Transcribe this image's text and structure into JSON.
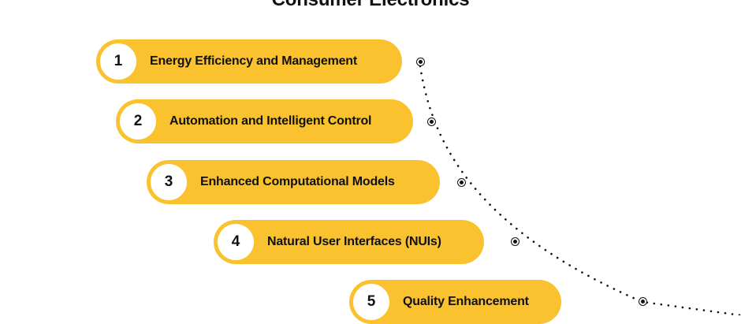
{
  "title": "Consumer Electronics",
  "colors": {
    "pill": "#f9c22e",
    "number_circle": "#ffffff",
    "text": "#111111"
  },
  "items": [
    {
      "number": "1",
      "label": "Energy Efficiency and Management"
    },
    {
      "number": "2",
      "label": "Automation and Intelligent Control"
    },
    {
      "number": "3",
      "label": "Enhanced Computational Models"
    },
    {
      "number": "4",
      "label": "Natural User Interfaces (NUIs)"
    },
    {
      "number": "5",
      "label": "Quality Enhancement"
    }
  ]
}
